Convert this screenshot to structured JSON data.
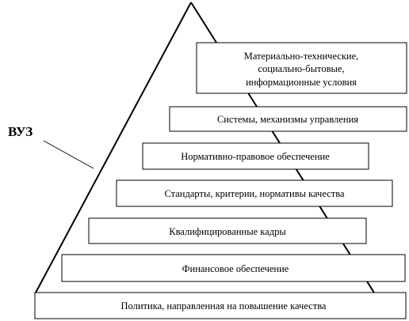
{
  "label": "ВУЗ",
  "blocks": [
    {
      "lines": [
        "Материально-технические,",
        "социально-бытовые,",
        "информационные условия"
      ]
    },
    {
      "lines": [
        "Системы, механизмы управления"
      ]
    },
    {
      "lines": [
        "Нормативно-правовое обеспечение"
      ]
    },
    {
      "lines": [
        "Стандарты, критерии, нормативы качества"
      ]
    },
    {
      "lines": [
        "Квалифицированные кадры"
      ]
    },
    {
      "lines": [
        "Финансовое обеспечение"
      ]
    },
    {
      "lines": [
        "Политика, направленная на повышение качества"
      ]
    }
  ],
  "colors": {
    "stroke": "#000000",
    "fill": "#ffffff"
  }
}
